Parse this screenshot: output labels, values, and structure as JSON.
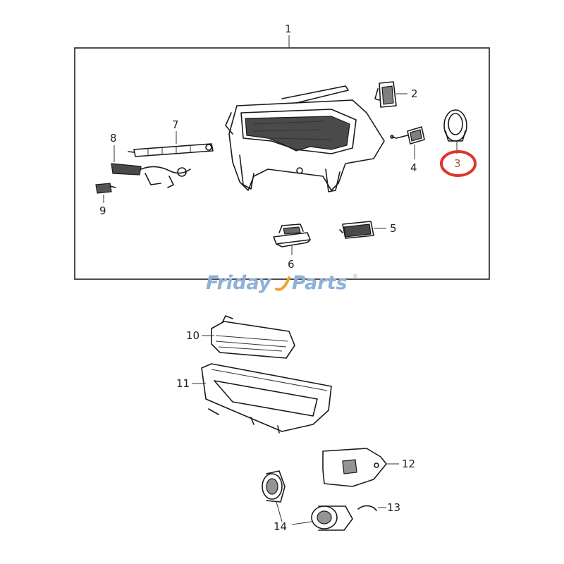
{
  "diagram": {
    "callouts": {
      "c1": "1",
      "c2": "2",
      "c3": "3",
      "c4": "4",
      "c5": "5",
      "c6": "6",
      "c7": "7",
      "c8": "8",
      "c9": "9",
      "c10": "10",
      "c11": "11",
      "c12": "12",
      "c13": "13",
      "c14": "14"
    },
    "highlighted_callout": "3",
    "highlight_color": "#e0362b"
  },
  "watermark": {
    "text_part1": "Friday",
    "text_part2": "Parts",
    "registered_mark": "®",
    "color_blue": "#8fb0d8",
    "color_orange": "#f0a030"
  }
}
